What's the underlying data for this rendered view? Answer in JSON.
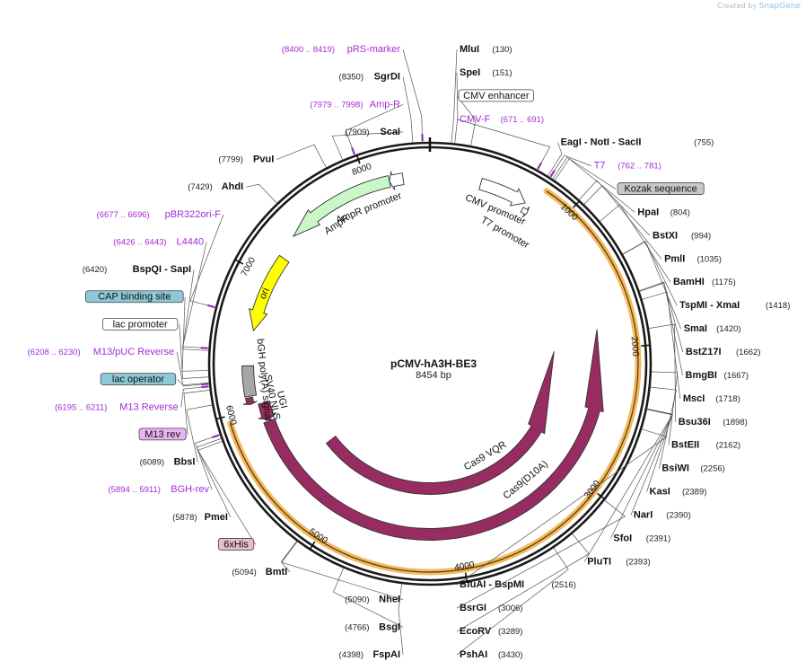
{
  "credit": {
    "prefix": "Created by",
    "brand": "SnapGene"
  },
  "plasmid": {
    "name": "pCMV-hA3H-BE3",
    "size_label": "8454 bp",
    "length": 8454
  },
  "ticks": [
    {
      "bp": 1000,
      "label": "1000"
    },
    {
      "bp": 2000,
      "label": "2000"
    },
    {
      "bp": 3000,
      "label": "3000"
    },
    {
      "bp": 4000,
      "label": "4000"
    },
    {
      "bp": 5000,
      "label": "5000"
    },
    {
      "bp": 6000,
      "label": "6000"
    },
    {
      "bp": 7000,
      "label": "7000"
    },
    {
      "bp": 8000,
      "label": "8000"
    }
  ],
  "features": [
    {
      "name": "Cas9(D10A)",
      "start": 1840,
      "end": 5880,
      "r": 190,
      "w": 13,
      "color": "#962c61",
      "dir": -1,
      "lbl_bp": 3300,
      "lbl_r": 168
    },
    {
      "name": "Cas9 VQR",
      "start": 1980,
      "end": 5460,
      "r": 139,
      "w": 13,
      "color": "#962c61",
      "dir": -1,
      "lbl_bp": 3500,
      "lbl_r": 120
    },
    {
      "name": "UGI",
      "start": 5890,
      "end": 6030,
      "r": 190,
      "w": 13,
      "color": "#962c61",
      "dir": -1,
      "lbl_bp": 6020,
      "lbl_r": 170
    },
    {
      "name": "SV40 NLS",
      "start": 6040,
      "end": 6090,
      "r": 205,
      "w": 8,
      "color": "#962c61",
      "dir": -1,
      "lbl_bp": 6060,
      "lbl_r": 180
    },
    {
      "name": "bGH poly(A) signal",
      "start": 6100,
      "end": 6325,
      "r": 203,
      "w": 13,
      "color": "#a6a6a6",
      "dir": 0,
      "lbl_bp": 6210,
      "lbl_r": 186
    },
    {
      "name": "ori",
      "start": 6590,
      "end": 7180,
      "r": 200,
      "w": 13,
      "color": "#ffff00",
      "dir": -1,
      "lbl_bp": 6880,
      "lbl_r": 200
    },
    {
      "name": "AmpR",
      "start": 7350,
      "end": 8160,
      "r": 208,
      "w": 13,
      "color": "#c9f7c8",
      "dir": -1,
      "lbl_bp": 7660,
      "lbl_r": 186
    },
    {
      "name": "AmpR promoter",
      "start": 8160,
      "end": 8260,
      "r": 208,
      "w": 13,
      "color": "#ffffff",
      "dir": -1,
      "lbl_bp": 7950,
      "lbl_r": 186
    },
    {
      "name": "CMV promoter",
      "start": 370,
      "end": 720,
      "r": 208,
      "w": 13,
      "color": "#ffffff",
      "dir": 1,
      "lbl_bp": 540,
      "lbl_r": 186
    },
    {
      "name": "T7 promoter",
      "start": 725,
      "end": 770,
      "r": 200,
      "w": 6,
      "color": "#ffffff",
      "dir": 1,
      "lbl_bp": 700,
      "lbl_r": 168
    }
  ],
  "labels": {
    "right": [
      {
        "name": "MluI",
        "pos": "(130)",
        "bp": 130
      },
      {
        "name": "SpeI",
        "pos": "(151)",
        "bp": 151
      },
      {
        "box": "CMV enhancer",
        "bp": 250
      },
      {
        "primer": "CMV-F",
        "pos": "(671 .. 691)",
        "bp": 681
      },
      {
        "name": "EagI",
        "name2": "NotI",
        "name3": "SacII",
        "pos": "(755)",
        "bp": 755
      },
      {
        "primer": "T7",
        "pos": "(762 .. 781)",
        "bp": 771
      },
      {
        "box": "Kozak sequence",
        "bp": 790
      },
      {
        "name": "HpaI",
        "pos": "(804)",
        "bp": 804
      },
      {
        "name": "BstXI",
        "pos": "(994)",
        "bp": 994
      },
      {
        "name": "PmlI",
        "pos": "(1035)",
        "bp": 1035
      },
      {
        "name": "BamHI",
        "pos": "(1175)",
        "bp": 1175
      },
      {
        "name": "TspMI",
        "name2": "XmaI",
        "pos": "(1418)",
        "bp": 1418
      },
      {
        "name": "SmaI",
        "pos": "(1420)",
        "bp": 1420
      },
      {
        "name": "BstZ17I",
        "pos": "(1662)",
        "bp": 1662
      },
      {
        "name": "BmgBI",
        "pos": "(1667)",
        "bp": 1667
      },
      {
        "name": "MscI",
        "pos": "(1718)",
        "bp": 1718
      },
      {
        "name": "Bsu36I",
        "pos": "(1898)",
        "bp": 1898
      },
      {
        "name": "BstEII",
        "pos": "(2162)",
        "bp": 2162
      },
      {
        "name": "BsiWI",
        "pos": "(2256)",
        "bp": 2256
      },
      {
        "name": "KasI",
        "pos": "(2389)",
        "bp": 2389
      },
      {
        "name": "NarI",
        "pos": "(2390)",
        "bp": 2390
      },
      {
        "name": "SfoI",
        "pos": "(2391)",
        "bp": 2391
      },
      {
        "name": "PluTI",
        "pos": "(2393)",
        "bp": 2393
      },
      {
        "name": "BfuAI",
        "name2": "BspMI",
        "pos": "(2516)",
        "bp": 2516
      },
      {
        "name": "BsrGI",
        "pos": "(3006)",
        "bp": 3006
      },
      {
        "name": "EcoRV",
        "pos": "(3289)",
        "bp": 3289
      },
      {
        "name": "PshAI",
        "pos": "(3430)",
        "bp": 3430
      }
    ],
    "left": [
      {
        "name": "FspAI",
        "pos": "(4398)",
        "bp": 4398
      },
      {
        "name": "BsgI",
        "pos": "(4766)",
        "bp": 4766
      },
      {
        "name": "NheI",
        "pos": "(5090)",
        "bp": 5090
      },
      {
        "name": "BmtI",
        "pos": "(5094)",
        "bp": 5094
      },
      {
        "box": "6xHis",
        "bp": 5860
      },
      {
        "name": "PmeI",
        "pos": "(5878)",
        "bp": 5878
      },
      {
        "primer": "BGH-rev",
        "pos": "(5894 .. 5911)",
        "bp": 5902
      },
      {
        "name": "BbsI",
        "pos": "(6089)",
        "bp": 6089
      },
      {
        "box": "M13 rev",
        "bp": 6180
      },
      {
        "primer": "M13 Reverse",
        "pos": "(6195 .. 6211)",
        "bp": 6203
      },
      {
        "box": "lac operator",
        "bp": 6225
      },
      {
        "primer": "M13/pUC Reverse",
        "pos": "(6208 .. 6230)",
        "bp": 6219
      },
      {
        "box": "lac promoter",
        "bp": 6260
      },
      {
        "box": "CAP binding site",
        "bp": 6300
      },
      {
        "name": "BspQI",
        "name2": "SapI",
        "pos": "(6420)",
        "bp": 6420
      },
      {
        "primer": "L4440",
        "pos": "(6426 .. 6443)",
        "bp": 6434
      },
      {
        "primer": "pBR322ori-F",
        "pos": "(6677 .. 6696)",
        "bp": 6686
      },
      {
        "name": "AhdI",
        "pos": "(7429)",
        "bp": 7429
      },
      {
        "name": "PvuI",
        "pos": "(7799)",
        "bp": 7799
      },
      {
        "name": "ScaI",
        "pos": "(7909)",
        "bp": 7909
      },
      {
        "primer": "Amp-R",
        "pos": "(7979 .. 7998)",
        "bp": 7988
      },
      {
        "name": "SgrDI",
        "pos": "(8350)",
        "bp": 8350
      },
      {
        "primer": "pRS-marker",
        "pos": "(8400 .. 8419)",
        "bp": 8409
      }
    ]
  },
  "colors": {
    "backbone": "#1a1a1a",
    "cas9": "#962c61",
    "ori": "#ffff00",
    "ampr": "#c9f7c8",
    "primer": "#a42bd6",
    "orange_band": "#f2b24c",
    "box_blue": "#8ec9d6",
    "box_gray": "#c8c8c8",
    "box_pink": "#e7bccb",
    "box_purple": "#e8b3f2"
  }
}
